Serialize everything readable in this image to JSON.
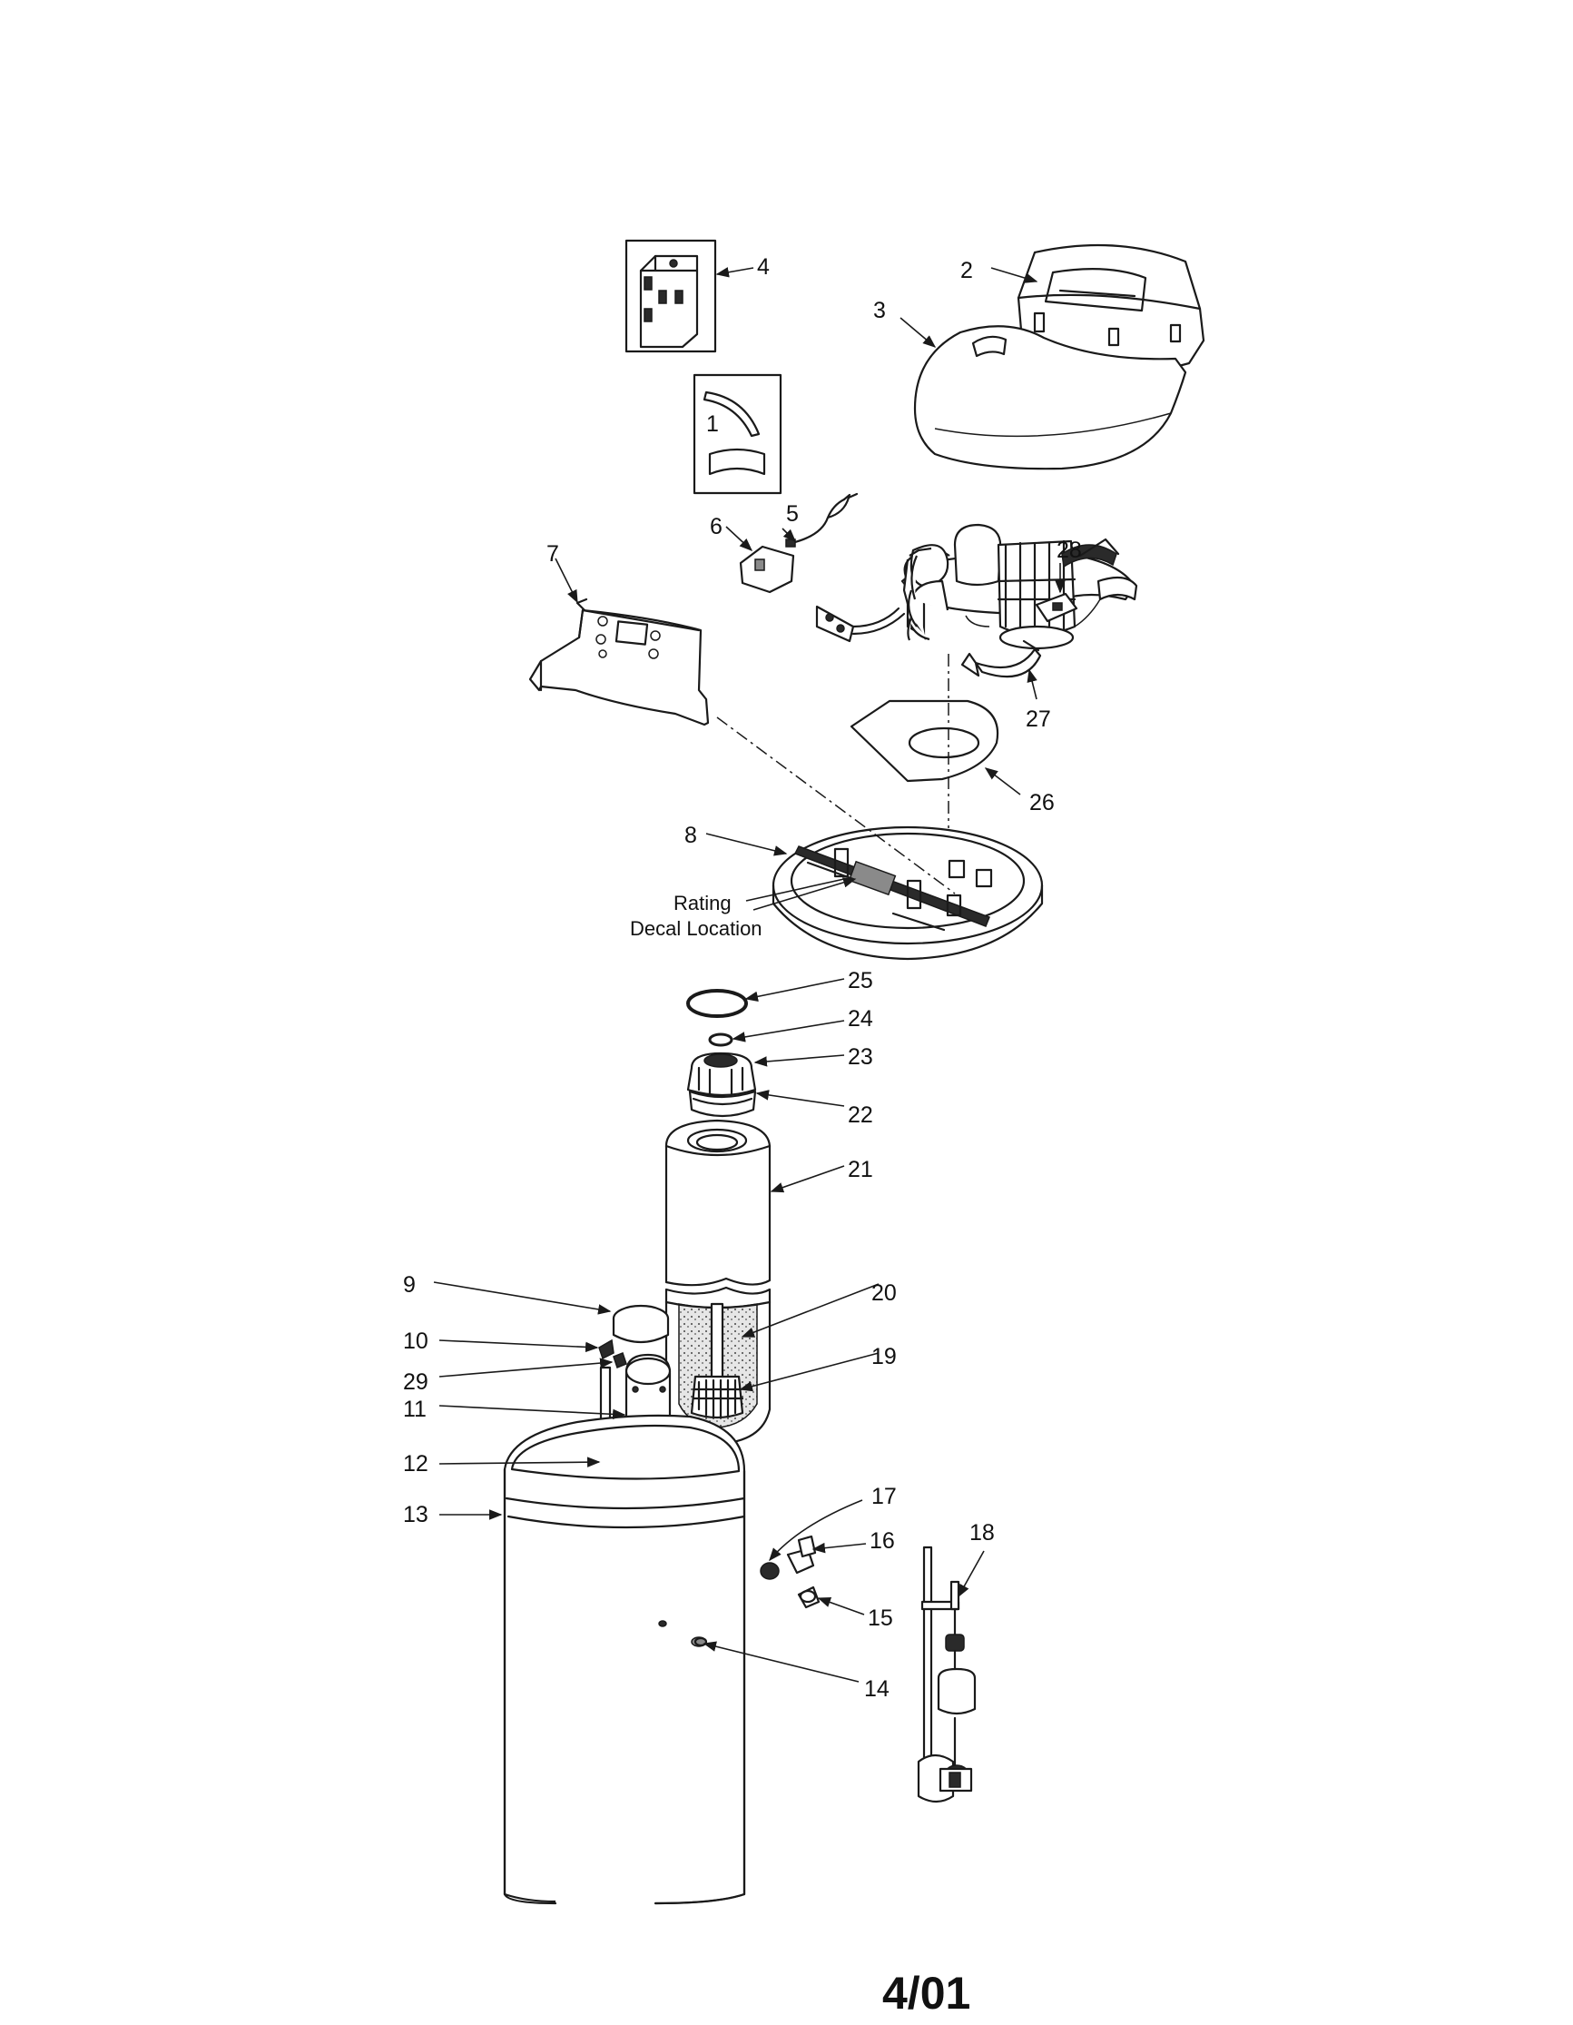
{
  "callouts": {
    "c1": "1",
    "c2": "2",
    "c3": "3",
    "c4": "4",
    "c5": "5",
    "c6": "6",
    "c7": "7",
    "c8": "8",
    "c9": "9",
    "c10": "10",
    "c11": "11",
    "c12": "12",
    "c13": "13",
    "c14": "14",
    "c15": "15",
    "c16": "16",
    "c17": "17",
    "c18": "18",
    "c19": "19",
    "c20": "20",
    "c21": "21",
    "c22": "22",
    "c23": "23",
    "c24": "24",
    "c25": "25",
    "c26": "26",
    "c27": "27",
    "c28": "28",
    "c29": "29"
  },
  "rating_decal": {
    "line1": "Rating",
    "line2": "Decal Location"
  },
  "revision_date": "4/01"
}
